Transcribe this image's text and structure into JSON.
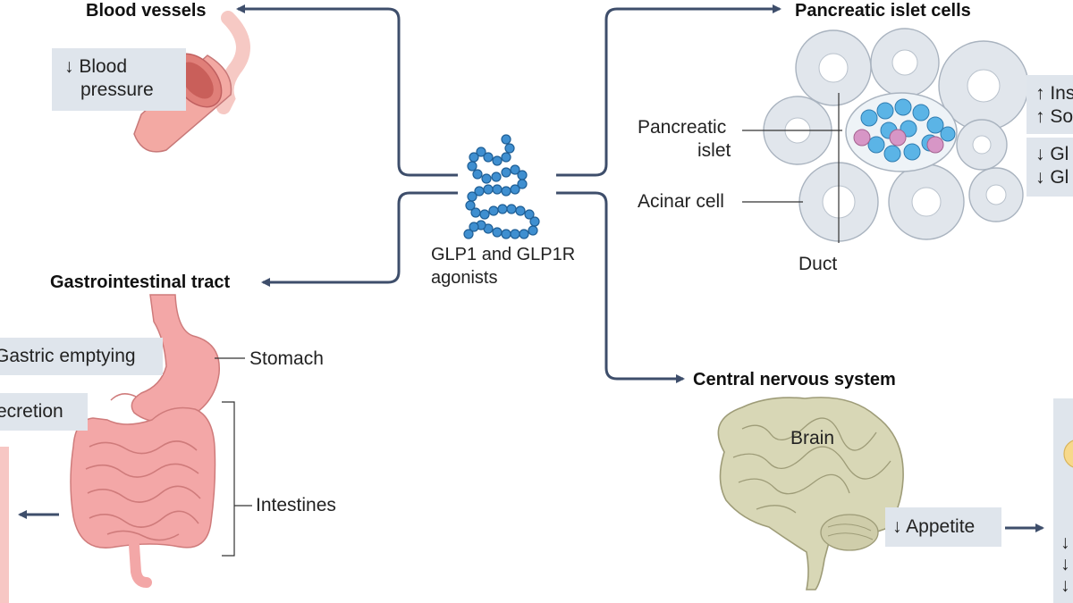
{
  "colors": {
    "arrow": "#3e4e6b",
    "box": "#dfe5ec",
    "molecule": "#3f8fd0",
    "stomach": "#f3a7a7",
    "brain": "#d8d7b6",
    "islet": "#5bb4e6",
    "islet_pink": "#d796c6",
    "acinar": "#d9dfe7"
  },
  "center": {
    "label_line1": "GLP1 and GLP1R",
    "label_line2": "agonists"
  },
  "blood_vessels": {
    "heading": "Blood vessels",
    "box_line1": "↓ Blood",
    "box_line2": "pressure"
  },
  "pancreas": {
    "heading": "Pancreatic islet cells",
    "islet_line1": "Pancreatic",
    "islet_line2": "islet",
    "acinar": "Acinar cell",
    "duct": "Duct",
    "effects_up": [
      "↑ Ins",
      "↑ So"
    ],
    "effects_down": [
      "↓ Gl",
      "↓ Gl"
    ]
  },
  "gi": {
    "heading": "Gastrointestinal tract",
    "gastric": "Gastric emptying",
    "secretion": "ecretion",
    "stomach": "Stomach",
    "intestines": "Intestines"
  },
  "cns": {
    "heading": "Central nervous system",
    "brain": "Brain",
    "appetite": "↓ Appetite",
    "arrows": [
      "↓",
      "↓",
      "↓"
    ]
  },
  "icons": [
    "glp1-molecule-icon",
    "blood-vessel-icon",
    "stomach-icon",
    "intestines-icon",
    "brain-icon",
    "pancreas-tissue-icon"
  ]
}
